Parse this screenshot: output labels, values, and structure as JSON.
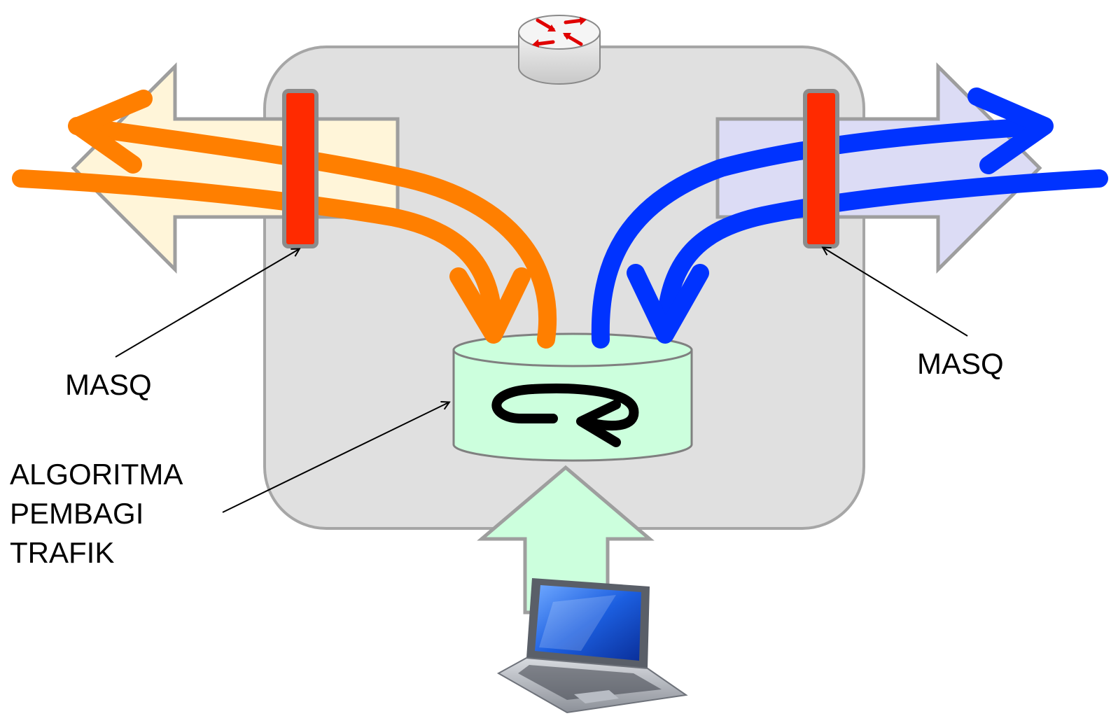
{
  "labels": {
    "masq_left": "MASQ",
    "masq_right": "MASQ",
    "algorithm_line1": "ALGORITMA",
    "algorithm_line2": "PEMBAGI",
    "algorithm_line3": "TRAFIK"
  },
  "icons": {
    "router": "router-icon",
    "laptop": "laptop-icon",
    "algorithm": "cycle-arrow-icon"
  },
  "colors": {
    "router_box": "#e0e0e0",
    "left_flow": "#ff7f00",
    "right_flow": "#0033ff",
    "masq_bar": "#ff2a00",
    "left_big_arrow": "#fff5d9",
    "right_big_arrow": "#dcdcf5",
    "algorithm_cylinder": "#ccffdd",
    "laptop_arrow": "#ccffdd"
  }
}
